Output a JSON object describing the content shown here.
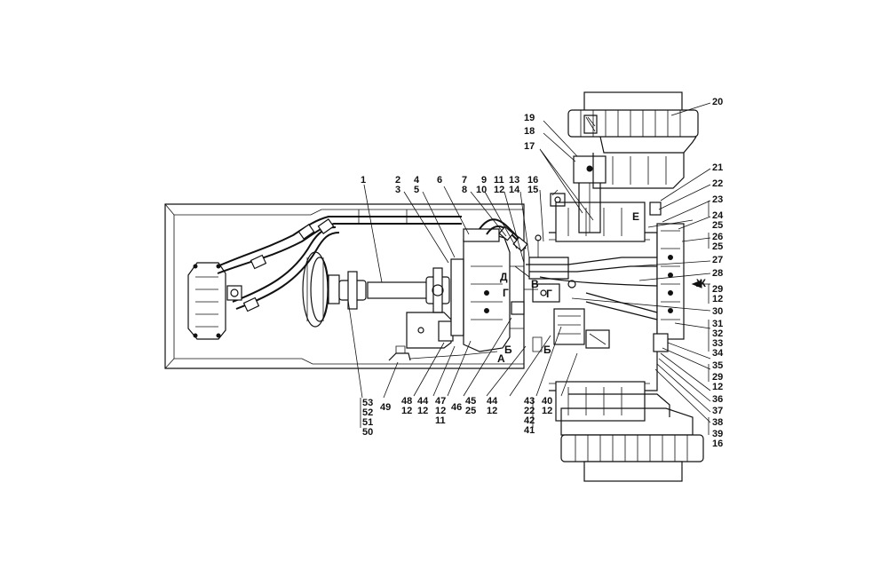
{
  "labels": {
    "l1": "1",
    "l2": "2",
    "l3": "3",
    "l4": "4",
    "l5": "5",
    "l6": "6",
    "l7": "7",
    "l8": "8",
    "l9": "9",
    "l10": "10",
    "l11": "11",
    "l12": "12",
    "l13": "13",
    "l14": "14",
    "l16": "16",
    "l15": "15",
    "l17": "17",
    "l18": "18",
    "l19": "19",
    "l20": "20",
    "l21": "21",
    "l22": "22",
    "l23": "23",
    "l24": "24",
    "l25": "25",
    "l26": "26",
    "l25b": "25",
    "l27": "27",
    "l28": "28",
    "l29": "29",
    "l12b": "12",
    "l30": "30",
    "l31": "31",
    "l32": "32",
    "l33": "33",
    "l34": "34",
    "l35": "35",
    "l29b": "29",
    "l12c": "12",
    "l36": "36",
    "l37": "37",
    "l38": "38",
    "l39": "39",
    "l16b": "16",
    "l53": "53",
    "l52": "52",
    "l51": "51",
    "l50": "50",
    "l49": "49",
    "l48": "48",
    "l12d": "12",
    "l44": "44",
    "l12e": "12",
    "l47": "47",
    "l12f": "12",
    "l11b": "11",
    "l46": "46",
    "l45": "45",
    "l25c": "25",
    "l44b": "44",
    "l12g": "12",
    "l43": "43",
    "l22b": "22",
    "l42": "42",
    "l41": "41",
    "l40": "40",
    "l12h": "12"
  },
  "view_marks": {
    "A": "А",
    "B": "Б",
    "B2": "Б",
    "V": "В",
    "G": "Г",
    "G2": "Г",
    "D": "Д",
    "E": "Е",
    "ZH": "Ж"
  }
}
